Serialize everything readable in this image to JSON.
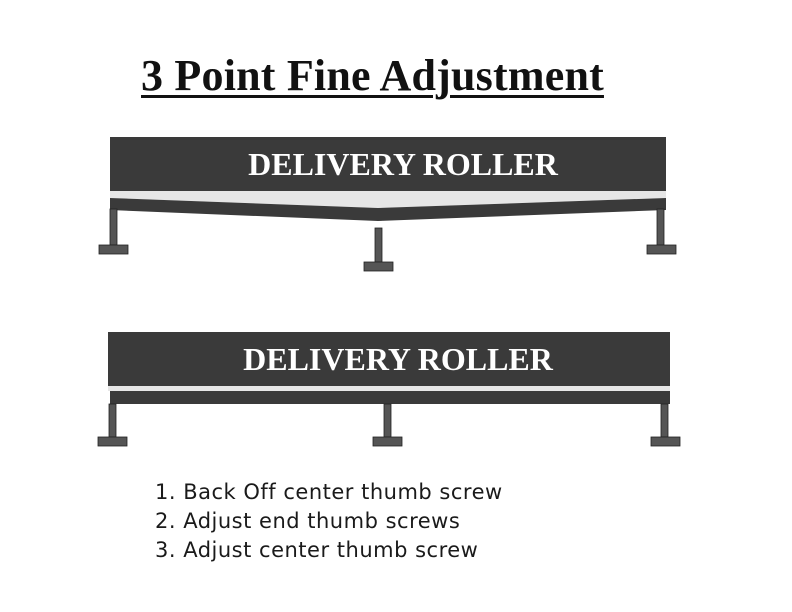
{
  "title": "3 Point Fine Adjustment",
  "rollers": {
    "top": {
      "label": "DELIVERY ROLLER"
    },
    "bottom": {
      "label": "DELIVERY ROLLER"
    }
  },
  "steps": [
    "1. Back Off center thumb screw",
    "2. Adjust end thumb screws",
    "3. Adjust center thumb screw"
  ],
  "colors": {
    "roller": "#3a3a3a",
    "screw": "#555555",
    "gap": "#e6e6e6"
  }
}
